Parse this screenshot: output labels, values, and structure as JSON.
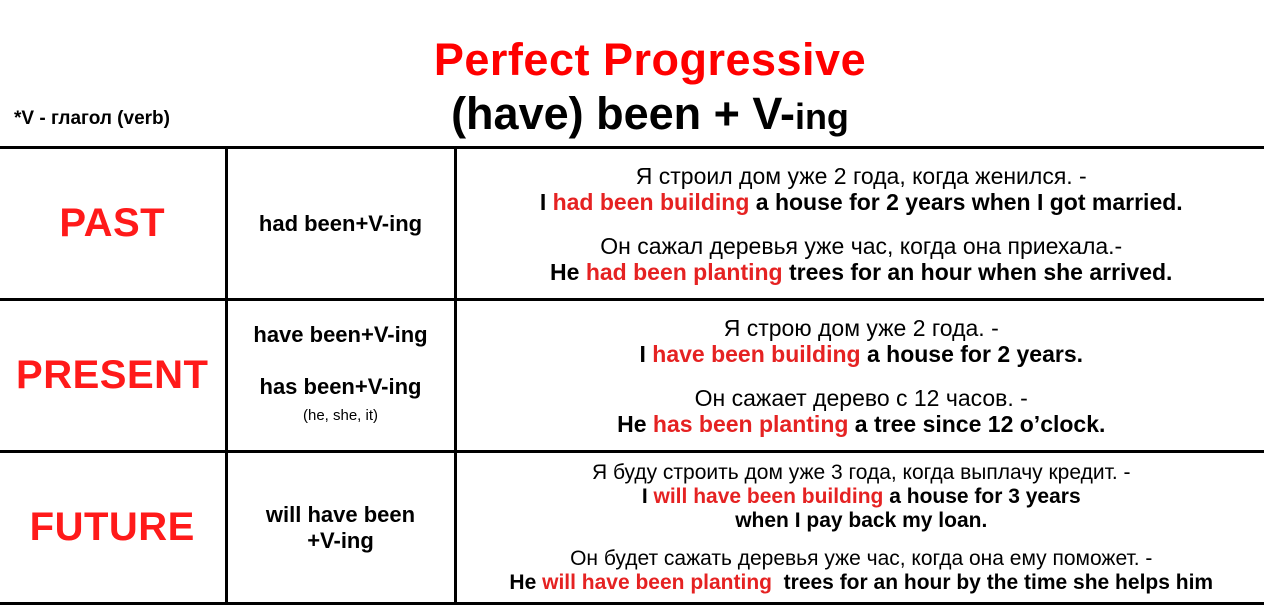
{
  "title": {
    "line1": "Perfect Progressive",
    "line2_main": "(have) been + V-",
    "line2_suffix": "ing"
  },
  "note": "*V - глагол (verb)",
  "rows": [
    {
      "tense": "PAST",
      "formulas": [
        "had been+V-ing"
      ],
      "examples": [
        {
          "ru": "Я строил дом уже 2 года, когда женился. -",
          "en_before": "I ",
          "en_highlight": "had been building",
          "en_after": " a house for 2 years when I got married."
        },
        {
          "ru": "Он сажал деревья уже час, когда она приехала.-",
          "en_before": "He ",
          "en_highlight": "had been planting",
          "en_after": " trees for an hour when she arrived."
        }
      ]
    },
    {
      "tense": "PRESENT",
      "formulas": [
        "have been+V-ing",
        "has been+V-ing"
      ],
      "formula_note": "(he, she, it)",
      "examples": [
        {
          "ru": "Я строю дом уже 2 года. -",
          "en_before": "I ",
          "en_highlight": "have been building",
          "en_after": " a house for 2 years."
        },
        {
          "ru": "Он сажает дерево с 12 часов. -",
          "en_before": "He ",
          "en_highlight": "has been planting",
          "en_after": " a tree since 12 o’clock."
        }
      ]
    },
    {
      "tense": "FUTURE",
      "formulas": [
        "will have been",
        "+V-ing"
      ],
      "examples": [
        {
          "ru": "Я буду строить дом уже 3 года, когда выплачу кредит. -",
          "en_before": "I ",
          "en_highlight": "will have been building",
          "en_after": " a house for 3 years",
          "en_line2": "when I pay back my loan."
        },
        {
          "ru": "Он будет сажать деревья уже час, когда она ему поможет. -",
          "en_before": "He ",
          "en_highlight": "will have been planting",
          "en_after": "  trees for an hour by the time she helps him"
        }
      ]
    }
  ],
  "colors": {
    "accent": "#ff0000",
    "highlight": "#e52222",
    "text": "#000000"
  }
}
